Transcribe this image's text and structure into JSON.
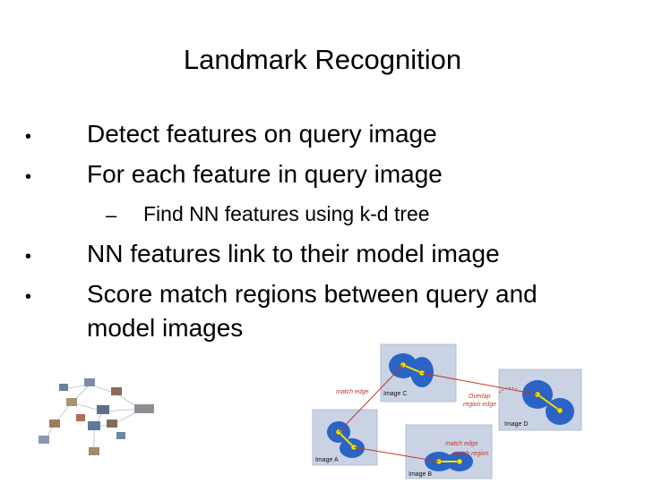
{
  "slide": {
    "title": "Landmark Recognition",
    "bullets": [
      "Detect features on query image",
      "For each feature in query image",
      "NN features link to their model image",
      "Score match regions between query and",
      "model images"
    ],
    "bullet_marker": "•",
    "sub_marker": "–",
    "sub_bullet": "Find NN features using k-d tree"
  },
  "diagram": {
    "labels": {
      "image_a": "Image A",
      "image_b": "Image B",
      "image_c": "Image C",
      "image_d": "Image D",
      "match_edge_1": "match edge",
      "match_edge_2": "match edge",
      "match_region": "match region",
      "overlap_1": "Overlap",
      "overlap_2": "region edge"
    },
    "colors": {
      "region_blue": "#2b63c6",
      "edge_red": "#c0392b",
      "node_yellow": "#f2e600",
      "panel": "#c9d3e4"
    }
  }
}
